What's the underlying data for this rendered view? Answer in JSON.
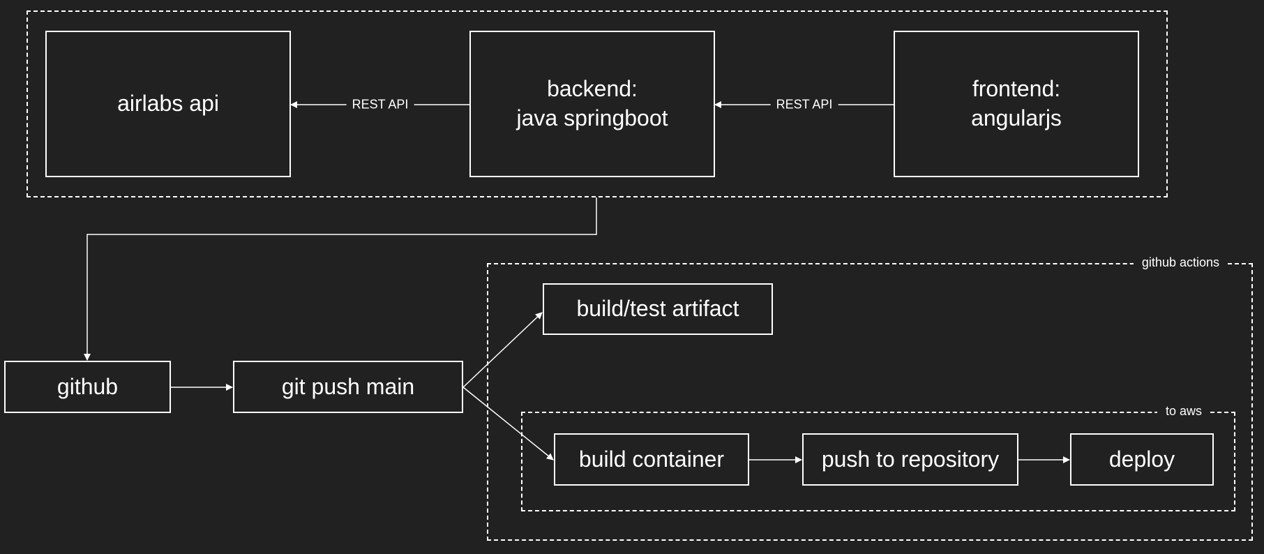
{
  "colors": {
    "background": "#212121",
    "foreground": "#ffffff"
  },
  "groups": {
    "services": {
      "label": ""
    },
    "github_actions": {
      "label": "github actions"
    },
    "to_aws": {
      "label": "to aws"
    }
  },
  "nodes": {
    "airlabs": "airlabs api",
    "backend": "backend:\njava springboot",
    "frontend": "frontend:\nangularjs",
    "github": "github",
    "git_push": "git push main",
    "build_test": "build/test artifact",
    "build_container": "build container",
    "push_repo": "push to repository",
    "deploy": "deploy"
  },
  "edges": [
    {
      "from": "backend",
      "to": "airlabs",
      "label": "REST API"
    },
    {
      "from": "frontend",
      "to": "backend",
      "label": "REST API"
    },
    {
      "from": "services",
      "to": "github",
      "label": ""
    },
    {
      "from": "github",
      "to": "git_push",
      "label": ""
    },
    {
      "from": "git_push",
      "to": "build_test",
      "label": ""
    },
    {
      "from": "git_push",
      "to": "build_container",
      "label": ""
    },
    {
      "from": "build_container",
      "to": "push_repo",
      "label": ""
    },
    {
      "from": "push_repo",
      "to": "deploy",
      "label": ""
    }
  ]
}
